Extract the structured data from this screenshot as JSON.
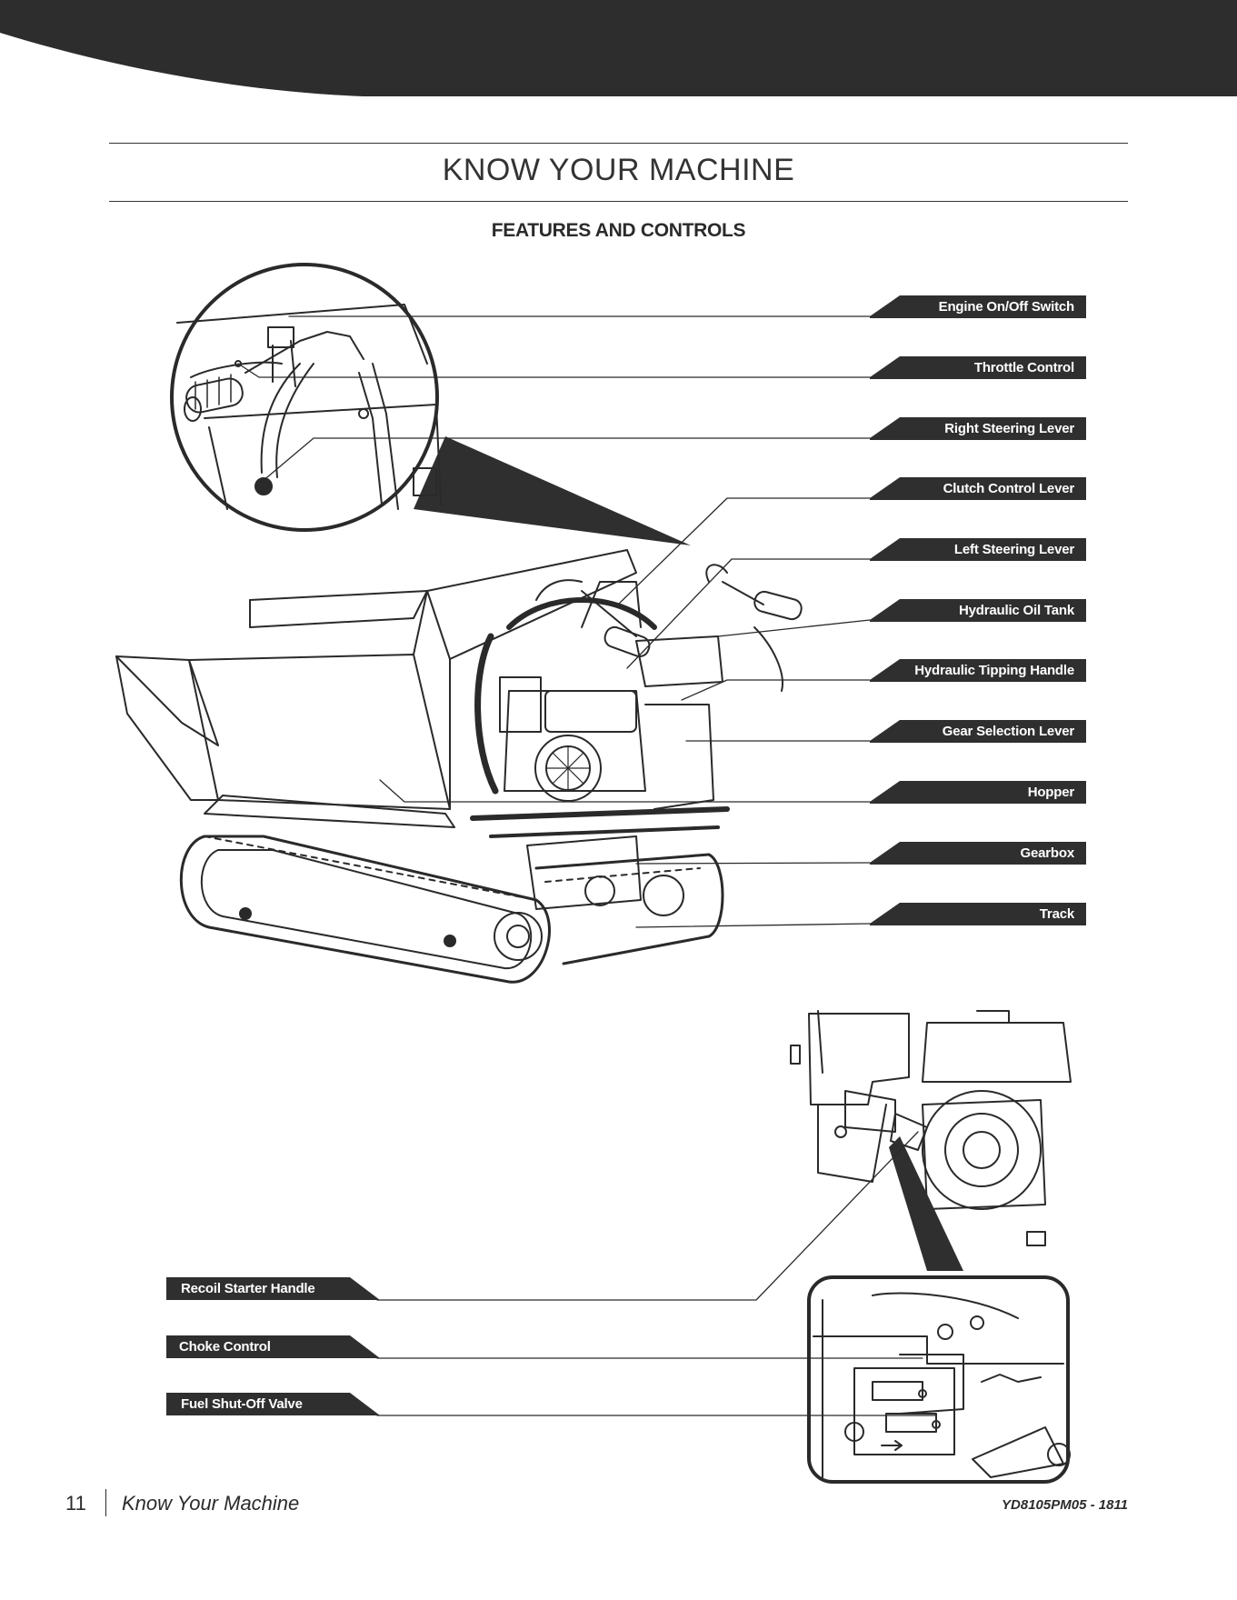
{
  "page": {
    "title": "KNOW YOUR MACHINE",
    "subtitle": "FEATURES AND CONTROLS"
  },
  "callouts_machine": [
    "Engine On/Off Switch",
    "Throttle Control",
    "Right Steering Lever",
    "Clutch Control Lever",
    "Left Steering Lever",
    "Hydraulic Oil Tank",
    "Hydraulic Tipping Handle",
    "Gear Selection Lever",
    "Hopper",
    "Gearbox",
    "Track"
  ],
  "callouts_engine": [
    "Recoil Starter Handle",
    "Choke Control",
    "Fuel Shut-Off Valve"
  ],
  "footer": {
    "page_number": "11",
    "section": "Know Your Machine",
    "doc_code": "YD8105PM05 - 1811"
  },
  "colors": {
    "header": "#2d2d2d",
    "label_bg": "#2f2f2f",
    "label_text": "#ffffff",
    "line": "#333333"
  }
}
